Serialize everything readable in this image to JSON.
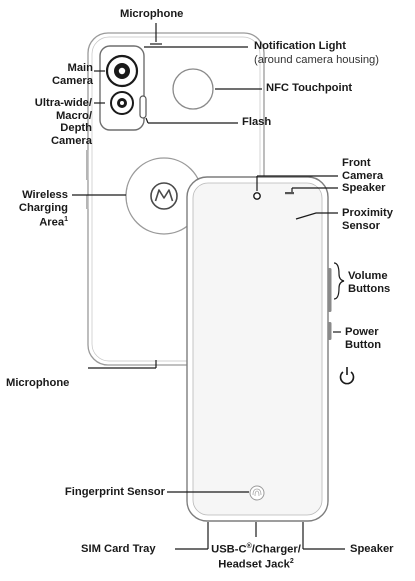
{
  "labels": {
    "microphone_top": "Microphone",
    "notification_light": "Notification Light",
    "notification_light_sub": "(around camera housing)",
    "main_camera_1": "Main",
    "main_camera_2": "Camera",
    "nfc_touchpoint": "NFC Touchpoint",
    "ultrawide_1": "Ultra-wide/",
    "ultrawide_2": "Macro/",
    "ultrawide_3": "Depth",
    "ultrawide_4": "Camera",
    "flash": "Flash",
    "front_camera_1": "Front",
    "front_camera_2": "Camera",
    "speaker_top": "Speaker",
    "wireless_1": "Wireless",
    "wireless_2": "Charging",
    "wireless_3": "Area",
    "wireless_sup": "1",
    "proximity_1": "Proximity",
    "proximity_2": "Sensor",
    "volume_1": "Volume",
    "volume_2": "Buttons",
    "power_1": "Power",
    "power_2": "Button",
    "microphone_bottom": "Microphone",
    "fingerprint": "Fingerprint Sensor",
    "sim_tray": "SIM Card Tray",
    "usb_1": "USB-C",
    "usb_reg": "®",
    "usb_1b": "/Charger/",
    "usb_2": "Headset Jack",
    "usb_sup": "2",
    "speaker_bottom": "Speaker"
  },
  "colors": {
    "line": "#1a1a1a",
    "phone_outline": "#9a9a9a",
    "phone_fill": "#ffffff",
    "screen_fill": "#f6f6f6",
    "watermark": "#d8d8d8"
  },
  "icons": [
    "motorola-logo-icon",
    "power-icon",
    "fingerprint-icon"
  ]
}
